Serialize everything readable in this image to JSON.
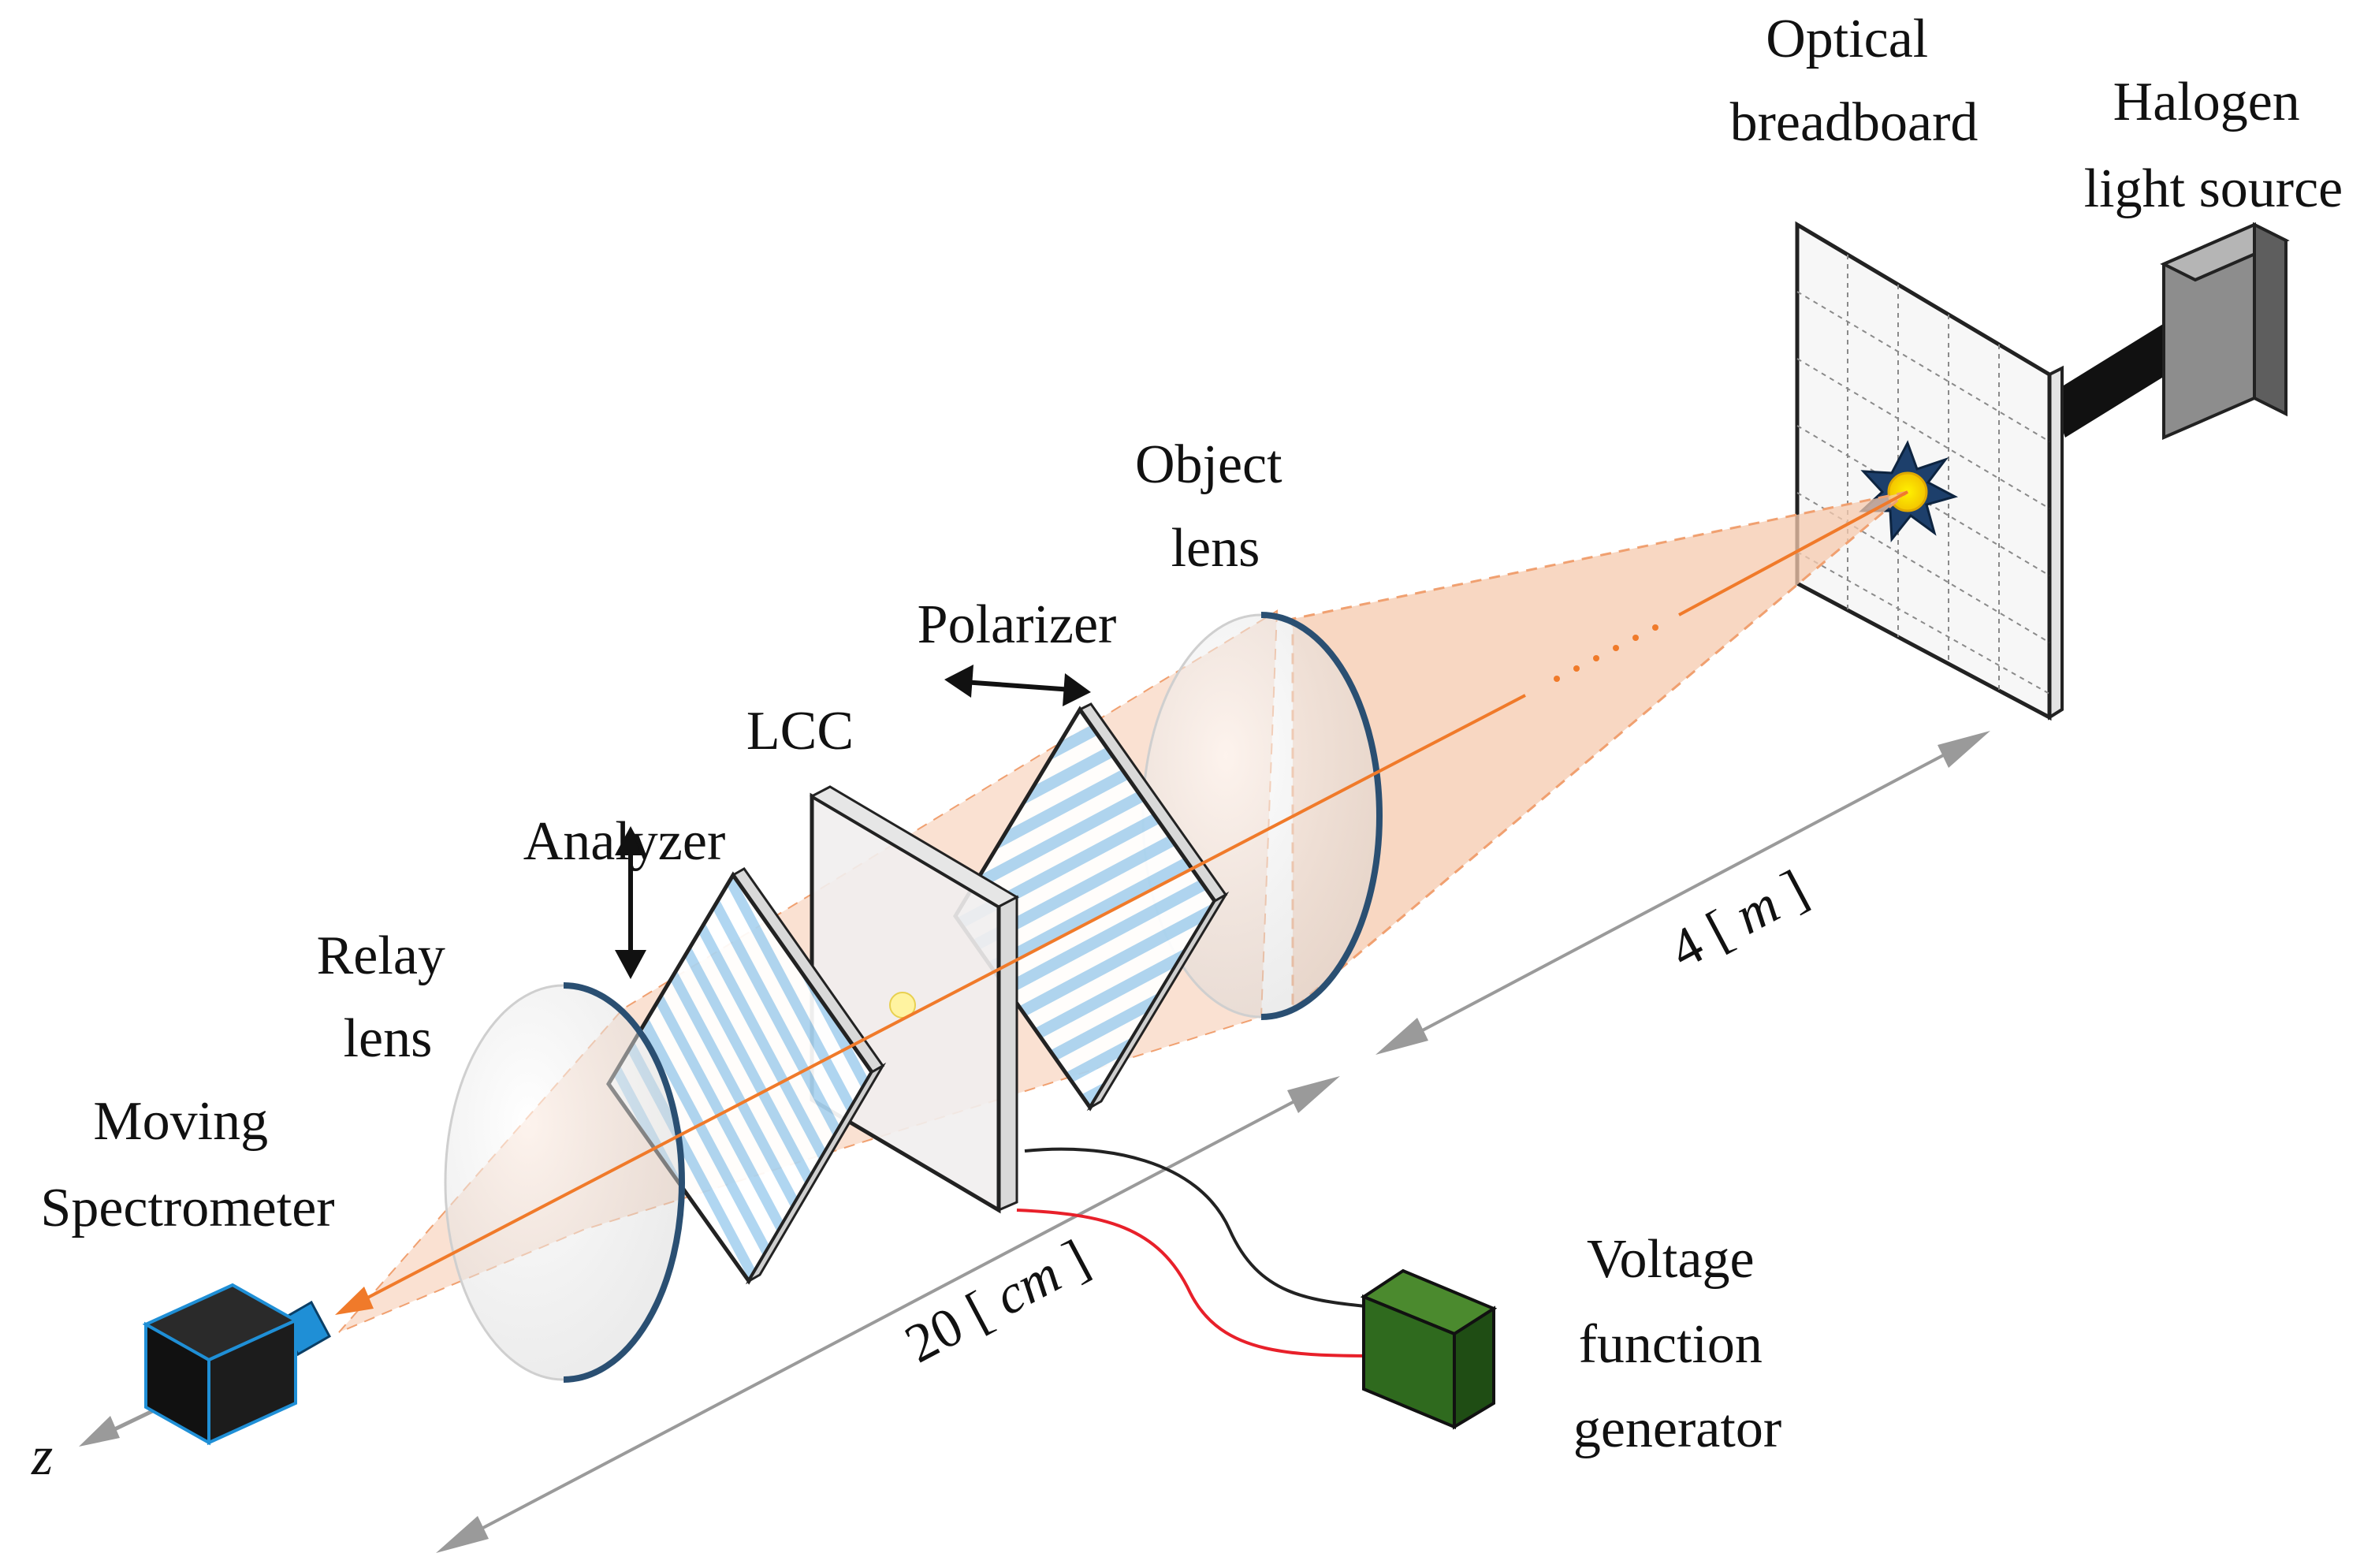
{
  "labels": {
    "optical_breadboard": [
      "Optical",
      "breadboard"
    ],
    "halogen_light_source": [
      "Halogen",
      "light source"
    ],
    "object_lens": [
      "Object",
      "lens"
    ],
    "polarizer": "Polarizer",
    "lcc": "LCC",
    "analyzer": "Analyzer",
    "relay_lens": [
      "Relay",
      "lens"
    ],
    "moving_spectrometer": [
      "Moving",
      "Spectrometer"
    ],
    "voltage_function_generator": [
      "Voltage",
      "function",
      "generator"
    ],
    "z_axis": "z"
  },
  "dimensions": {
    "long_distance": {
      "value": "4",
      "unit": "m"
    },
    "short_distance": {
      "value": "20",
      "unit": "cm"
    }
  },
  "colors": {
    "beam_cone": "#f6c9ad",
    "beam_axis": "#f07a2a",
    "wire_red": "#e8202a",
    "wire_black": "#222222",
    "generator_green": "#2f6a1e",
    "spectrometer_blue": "#1f8fd6",
    "halogen_gray": "#8d8d8d",
    "dimension_gray": "#9a9a9a",
    "polarizer_stripes": "#a9d3f0"
  }
}
